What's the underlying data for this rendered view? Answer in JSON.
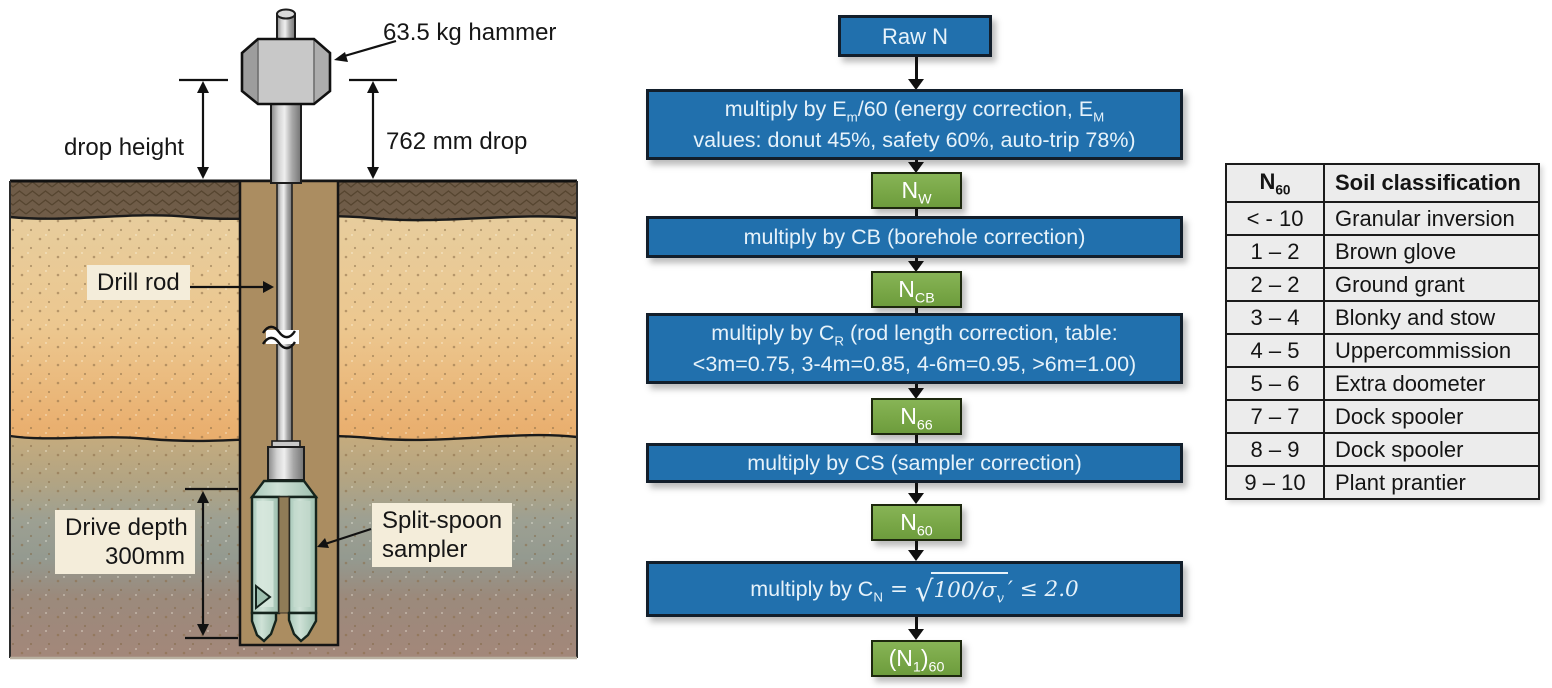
{
  "diagram": {
    "hammer_label": "63.5 kg hammer",
    "drop_height_label": "drop height",
    "drop_distance_label": "762 mm drop",
    "drill_rod_label": "Drill rod",
    "drive_depth_label_line1": "Drive depth",
    "drive_depth_label_line2": "300mm",
    "sampler_label_line1": "Split-spoon",
    "sampler_label_line2": "sampler"
  },
  "flow": {
    "raw_n": "Raw N",
    "energy_l1_pre": "multiply by E",
    "energy_l1_sub1": "m",
    "energy_l1_mid": "/60 (energy correction, E",
    "energy_l1_sub2": "M",
    "energy_l2": "values: donut 45%, safety 60%, auto-trip 78%)",
    "nw_base": "N",
    "nw_sub": "W",
    "cb": "multiply by CB (borehole correction)",
    "ncb_base": "N",
    "ncb_sub": "CB",
    "cr_l1_pre": "multiply by C",
    "cr_l1_sub": "R",
    "cr_l1_post": " (rod length correction, table:",
    "cr_l2": "<3m=0.75, 3-4m=0.85, 4-6m=0.95, >6m=1.00)",
    "n66_base": "N",
    "n66_sub": "66",
    "cs": "multiply by CS (sampler correction)",
    "n60_base": "N",
    "n60_sub": "60",
    "cn_pre": "multiply by C",
    "cn_sub": "N",
    "cn_eq": "=",
    "cn_radical": "√",
    "cn_sqrt_body": "100/σ",
    "cn_sqrt_sub": "v",
    "cn_tail": "′ ≤ 2.0",
    "n160_open": "(N",
    "n160_sub1": "1",
    "n160_close": ")",
    "n160_sub2": "60"
  },
  "table": {
    "header": {
      "col1_base": "N",
      "col1_sub": "60",
      "col2": "Soil classification"
    },
    "rows": [
      {
        "range": "< - 10",
        "classification": "Granular inversion"
      },
      {
        "range": "1 – 2",
        "classification": "Brown glove"
      },
      {
        "range": "2 – 2",
        "classification": "Ground grant"
      },
      {
        "range": "3 – 4",
        "classification": "Blonky and stow"
      },
      {
        "range": "4 – 5",
        "classification": "Uppercommission"
      },
      {
        "range": "5 – 6",
        "classification": "Extra doometer"
      },
      {
        "range": "7 – 7",
        "classification": "Dock spooler"
      },
      {
        "range": "8 – 9",
        "classification": "Dock spooler"
      },
      {
        "range": "9 – 10",
        "classification": "Plant prantier"
      }
    ]
  },
  "colors": {
    "process_box_blue": "#2170ad",
    "result_box_green": "#79a747",
    "table_bg_gray": "#ececec",
    "label_bg_cream": "#f4edda"
  }
}
